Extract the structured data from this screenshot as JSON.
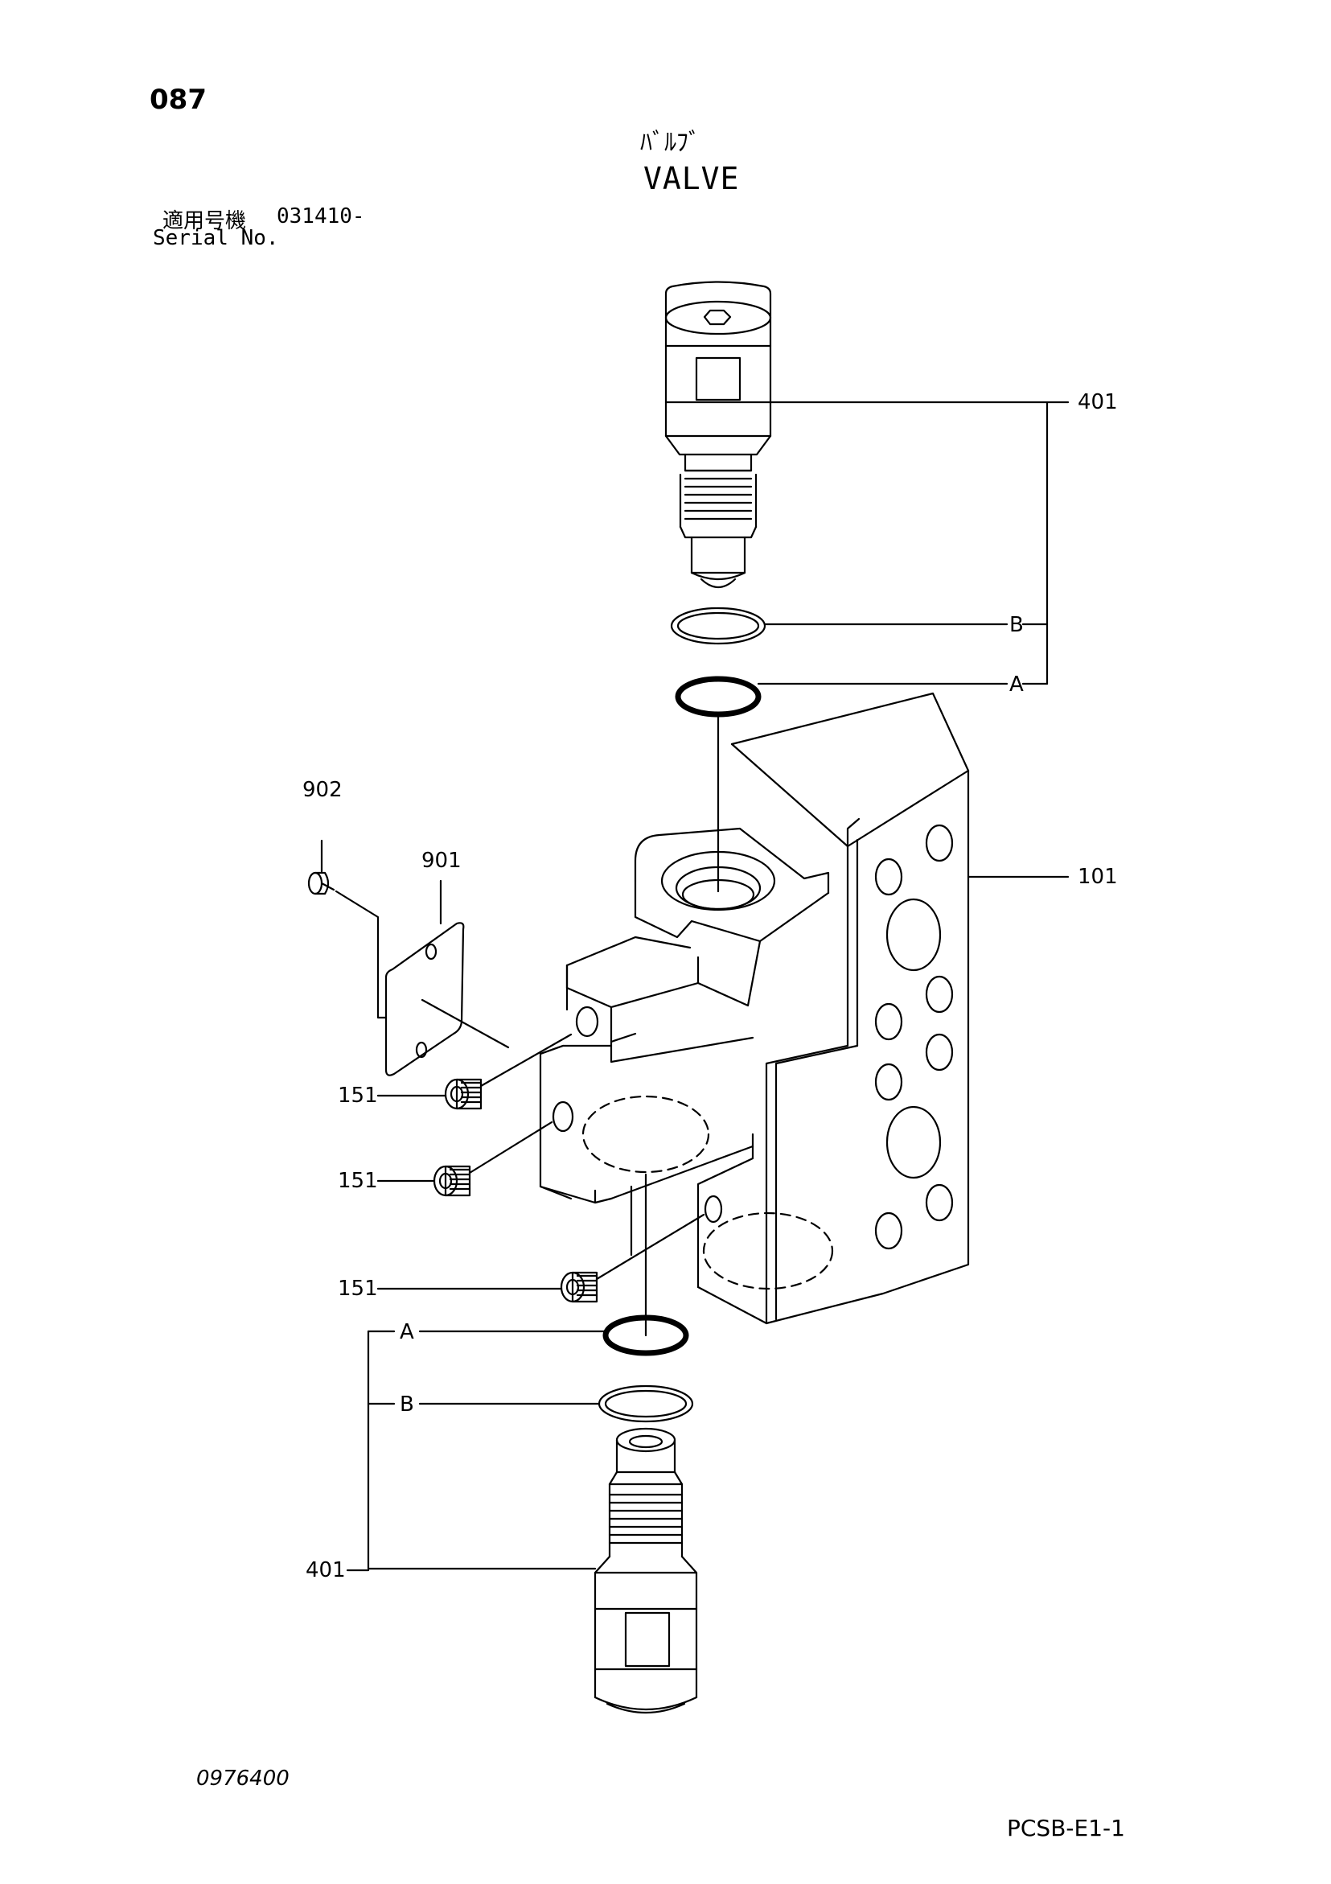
{
  "header": {
    "page_number": "087",
    "title_jp": "ﾊﾞﾙﾌﾞ",
    "title_en": "VALVE",
    "serial_label_jp": "適用号機",
    "serial_value": "031410-",
    "serial_label_en": "Serial No."
  },
  "callouts": {
    "upper_relief_valve": "401",
    "upper_backup_ring": "B",
    "upper_o_ring": "A",
    "valve_body": "101",
    "screw": "902",
    "name_plate": "901",
    "plug_1": "151",
    "plug_2": "151",
    "plug_3": "151",
    "lower_o_ring": "A",
    "lower_backup_ring": "B",
    "lower_relief_valve": "401"
  },
  "footer": {
    "doc_code": "0976400",
    "sheet_ref": "PCSB-E1-1"
  }
}
